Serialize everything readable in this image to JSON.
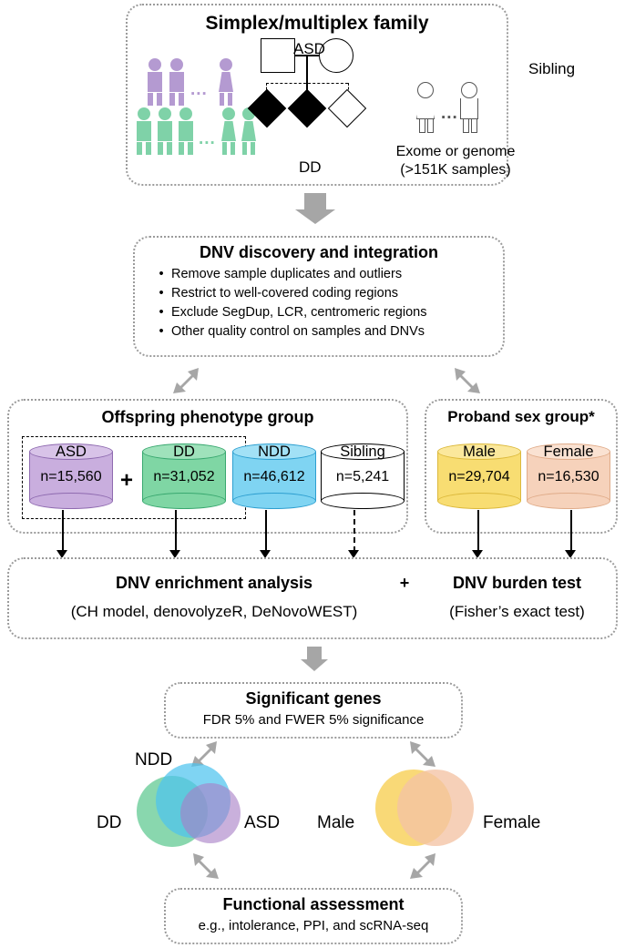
{
  "family": {
    "title": "Simplex/multiplex family",
    "asd_label": "ASD",
    "dd_label": "DD",
    "sibling_label": "Sibling",
    "exome_line1": "Exome or genome",
    "exome_line2": "(>151K samples)",
    "ellipsis": "...",
    "asd_color": "#b49ad1",
    "dd_color": "#7fd2a8"
  },
  "dnv": {
    "title": "DNV discovery and integration",
    "bullet": "•",
    "items": [
      "Remove sample duplicates and outliers",
      "Restrict to well-covered coding regions",
      "Exclude SegDup, LCR, centromeric regions",
      "Other quality control on samples and DNVs"
    ]
  },
  "offspring": {
    "title": "Offspring phenotype group",
    "plus": "+",
    "arrow": "➡",
    "groups": [
      {
        "label": "ASD",
        "n": "n=15,560",
        "color": "#c9aede",
        "stroke": "#8f6bb0"
      },
      {
        "label": "DD",
        "n": "n=31,052",
        "color": "#7fd6a4",
        "stroke": "#3aa870"
      },
      {
        "label": "NDD",
        "n": "n=46,612",
        "color": "#7fd4f2",
        "stroke": "#2e9fd0"
      },
      {
        "label": "Sibling",
        "n": "n=5,241",
        "color": "#ffffff",
        "stroke": "#000000"
      }
    ]
  },
  "sexgroup": {
    "title": "Proband sex group*",
    "groups": [
      {
        "label": "Male",
        "n": "n=29,704",
        "color": "#f8dd72",
        "stroke": "#dcb93c"
      },
      {
        "label": "Female",
        "n": "n=16,530",
        "color": "#f6d2bb",
        "stroke": "#e0ac8a"
      }
    ]
  },
  "enrichment": {
    "title_left": "DNV enrichment analysis",
    "plus": "+",
    "title_right": "DNV burden test",
    "sub_left": "(CH model, denovolyzeR, DeNovoWEST)",
    "sub_right": "(Fisher’s exact test)"
  },
  "significant": {
    "title": "Significant genes",
    "subtitle": "FDR 5% and FWER 5% significance"
  },
  "venn_left": {
    "top_label": "NDD",
    "left_label": "DD",
    "right_label": "ASD",
    "ndd_color": "#4dc3ef",
    "dd_color": "#5cc88f",
    "asd_color": "#a87fc6"
  },
  "venn_right": {
    "left_label": "Male",
    "right_label": "Female",
    "male_color": "#f8cf55",
    "female_color": "#f3c3a4"
  },
  "functional": {
    "title": "Functional assessment",
    "subtitle": "e.g., intolerance, PPI, and scRNA-seq"
  },
  "theme": {
    "arrow_gray": "#a6a6a6",
    "border_gray": "#9b9b9b"
  }
}
